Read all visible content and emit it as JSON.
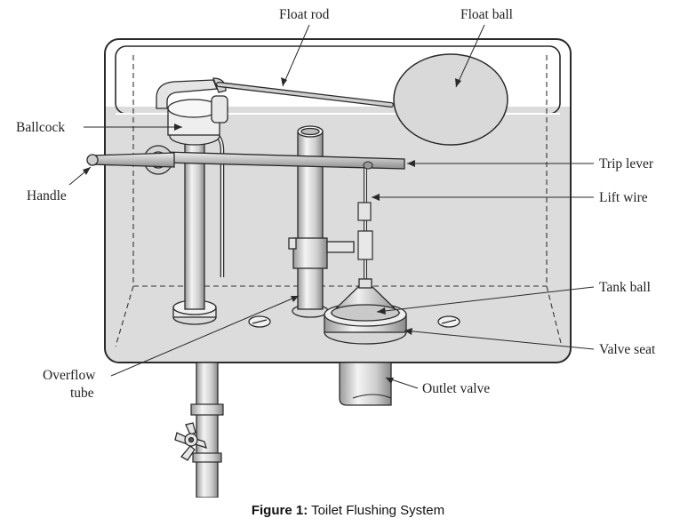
{
  "labels": {
    "float_rod": "Float rod",
    "float_ball": "Float ball",
    "ballcock": "Ballcock",
    "handle": "Handle",
    "trip_lever": "Trip lever",
    "lift_wire": "Lift wire",
    "tank_ball": "Tank ball",
    "overflow_tube_line1": "Overflow",
    "overflow_tube_line2": "tube",
    "valve_seat": "Valve seat",
    "outlet_valve": "Outlet valve"
  },
  "caption": {
    "prefix": "Figure 1:",
    "text": " Toilet Flushing System"
  },
  "colors": {
    "water": "#dcdcdc",
    "line": "#2a2a2a",
    "metal": "#e6e6e6"
  }
}
